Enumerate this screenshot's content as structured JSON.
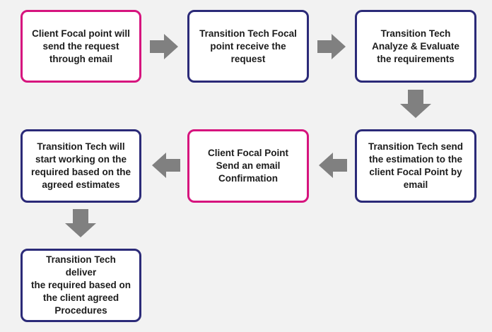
{
  "flow": {
    "steps": [
      {
        "id": 1,
        "role": "client",
        "text": "Client Focal point will\nsend the request\nthrough email"
      },
      {
        "id": 2,
        "role": "tech",
        "text": "Transition Tech Focal\npoint receive the\nrequest"
      },
      {
        "id": 3,
        "role": "tech",
        "text": "Transition Tech\nAnalyze & Evaluate\nthe requirements"
      },
      {
        "id": 4,
        "role": "tech",
        "text": "Transition Tech send\nthe estimation to the\nclient Focal Point by\nemail"
      },
      {
        "id": 5,
        "role": "client",
        "text": "Client Focal Point\nSend an email\nConfirmation"
      },
      {
        "id": 6,
        "role": "tech",
        "text": "Transition Tech will\nstart working on the\nrequired based on the\nagreed estimates"
      },
      {
        "id": 7,
        "role": "tech",
        "text": "Transition Tech deliver\nthe required based on\nthe client agreed\nProcedures"
      }
    ]
  },
  "colors": {
    "client_border": "#d6147e",
    "tech_border": "#2b2a78",
    "arrow": "#808080",
    "background": "#f2f2f2"
  }
}
